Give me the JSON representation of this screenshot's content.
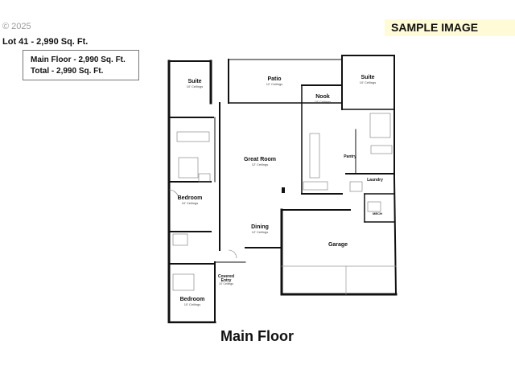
{
  "header": {
    "copyright": "© 2025",
    "sample_label": "SAMPLE IMAGE",
    "lot_title": "Lot 41 - 2,990 Sq. Ft."
  },
  "summary": {
    "main_floor": "Main Floor - 2,990 Sq. Ft.",
    "total": "Total - 2,990 Sq. Ft."
  },
  "rooms": {
    "suite_left": {
      "name": "Suite",
      "ceiling": "10' Ceilings"
    },
    "patio": {
      "name": "Patio",
      "ceiling": "12' Ceilings"
    },
    "nook": {
      "name": "Nook",
      "ceiling": "10' Ceilings"
    },
    "suite_right": {
      "name": "Suite",
      "ceiling": "10' Ceilings"
    },
    "great_room": {
      "name": "Great Room",
      "ceiling": "12' Ceilings"
    },
    "pantry": {
      "name": "Pantry"
    },
    "laundry": {
      "name": "Laundry"
    },
    "mech": {
      "name": "MECH"
    },
    "bedroom_upper": {
      "name": "Bedroom",
      "ceiling": "10' Ceilings"
    },
    "dining": {
      "name": "Dining",
      "ceiling": "12' Ceilings"
    },
    "garage": {
      "name": "Garage"
    },
    "covered_entry": {
      "name_line1": "Covered",
      "name_line2": "Entry",
      "ceiling": "10' Ceilings"
    },
    "bedroom_lower": {
      "name": "Bedroom",
      "ceiling": "10' Ceilings"
    }
  },
  "floor_title": "Main Floor"
}
